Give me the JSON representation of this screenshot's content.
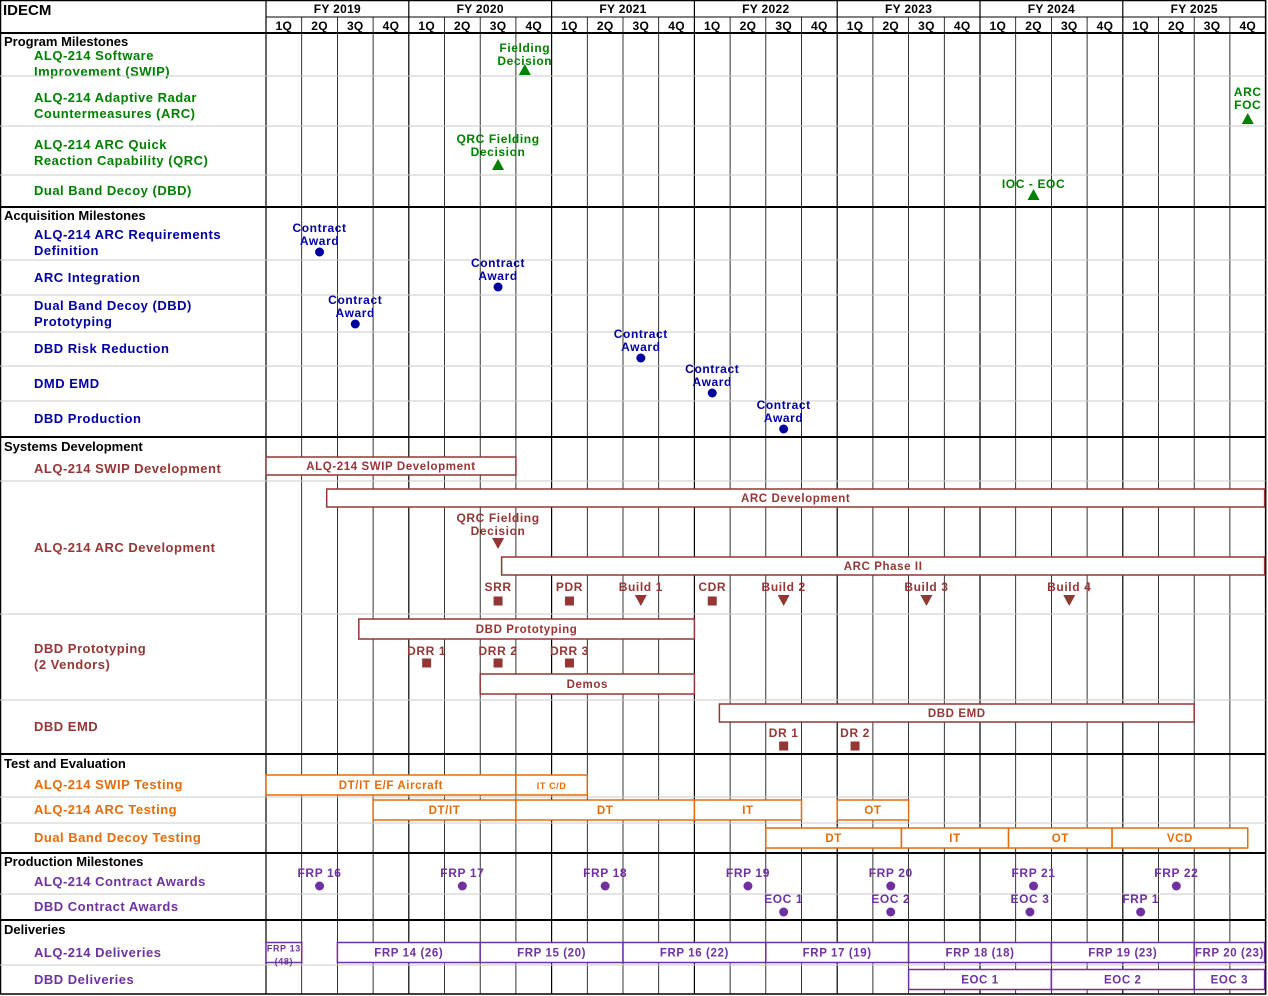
{
  "title": "IDECM",
  "fiscal_years": [
    "FY 2019",
    "FY 2020",
    "FY 2021",
    "FY 2022",
    "FY 2023",
    "FY 2024",
    "FY 2025"
  ],
  "quarters": [
    "1Q",
    "2Q",
    "3Q",
    "4Q"
  ],
  "colors": {
    "program": "#008000",
    "acquisition": "#0000A0",
    "systems": "#943634",
    "test": "#E46C0A",
    "production": "#7030A0",
    "grid": "#000000"
  },
  "chart_data": {
    "type": "gantt",
    "time_unit": "fiscal quarter (0 = FY2019 1Q start)",
    "categories": [
      {
        "name": "Program Milestones",
        "color_key": "program",
        "rows": [
          {
            "label": "ALQ-214 Software\nImprovement (SWIP)",
            "milestones": [
              {
                "q": 7.25,
                "shape": "triangle",
                "label": "Fielding\nDecision"
              }
            ]
          },
          {
            "label": "ALQ-214 Adaptive Radar\nCountermeasures (ARC)",
            "milestones": [
              {
                "q": 27.5,
                "shape": "triangle",
                "label": "ARC\nFOC"
              }
            ]
          },
          {
            "label": "ALQ-214 ARC Quick\nReaction Capability (QRC)",
            "milestones": [
              {
                "q": 6.5,
                "shape": "triangle",
                "label": "QRC Fielding\nDecision"
              }
            ]
          },
          {
            "label": "Dual Band Decoy (DBD)",
            "milestones": [
              {
                "q": 21.5,
                "shape": "triangle",
                "label": "IOC - EOC"
              }
            ]
          }
        ]
      },
      {
        "name": "Acquisition Milestones",
        "color_key": "acquisition",
        "rows": [
          {
            "label": "ALQ-214 ARC Requirements\nDefinition",
            "milestones": [
              {
                "q": 1.5,
                "shape": "circle",
                "label": "Contract\nAward"
              }
            ]
          },
          {
            "label": "ARC Integration",
            "milestones": [
              {
                "q": 6.5,
                "shape": "circle",
                "label": "Contract\nAward"
              }
            ]
          },
          {
            "label": "Dual Band Decoy (DBD)\nPrototyping",
            "milestones": [
              {
                "q": 2.5,
                "shape": "circle",
                "label": "Contract\nAward"
              }
            ]
          },
          {
            "label": "DBD Risk Reduction",
            "milestones": [
              {
                "q": 10.5,
                "shape": "circle",
                "label": "Contract\nAward"
              }
            ]
          },
          {
            "label": "DMD EMD",
            "milestones": [
              {
                "q": 12.5,
                "shape": "circle",
                "label": "Contract\nAward"
              }
            ]
          },
          {
            "label": "DBD Production",
            "milestones": [
              {
                "q": 14.5,
                "shape": "circle",
                "label": "Contract\nAward"
              }
            ]
          }
        ]
      },
      {
        "name": "Systems Development",
        "color_key": "systems",
        "rows": [
          {
            "label": "ALQ-214 SWIP Development",
            "bars": [
              {
                "start": 0,
                "end": 7,
                "label": "ALQ-214 SWIP Development"
              }
            ]
          },
          {
            "label": "ALQ-214 ARC Development",
            "bars": [
              {
                "start": 1.7,
                "end": 28,
                "label": "ARC Development"
              },
              {
                "start": 6.6,
                "end": 28,
                "label": "ARC Phase II"
              }
            ],
            "milestones": [
              {
                "q": 6.5,
                "shape": "down-triangle",
                "label": "QRC Fielding\nDecision"
              },
              {
                "q": 6.5,
                "shape": "square",
                "label": "SRR"
              },
              {
                "q": 8.5,
                "shape": "square",
                "label": "PDR"
              },
              {
                "q": 10.5,
                "shape": "down-triangle",
                "label": "Build 1"
              },
              {
                "q": 12.5,
                "shape": "square",
                "label": "CDR"
              },
              {
                "q": 14.5,
                "shape": "down-triangle",
                "label": "Build 2"
              },
              {
                "q": 18.5,
                "shape": "down-triangle",
                "label": "Build 3"
              },
              {
                "q": 22.5,
                "shape": "down-triangle",
                "label": "Build 4"
              }
            ]
          },
          {
            "label": "DBD Prototyping\n(2 Vendors)",
            "bars": [
              {
                "start": 2.6,
                "end": 12,
                "label": "DBD Prototyping"
              },
              {
                "start": 6,
                "end": 12,
                "label": "Demos"
              }
            ],
            "milestones": [
              {
                "q": 4.5,
                "shape": "square",
                "label": "DRR 1"
              },
              {
                "q": 6.5,
                "shape": "square",
                "label": "DRR 2"
              },
              {
                "q": 8.5,
                "shape": "square",
                "label": "DRR 3"
              }
            ]
          },
          {
            "label": "DBD EMD",
            "bars": [
              {
                "start": 12.7,
                "end": 26,
                "label": "DBD EMD"
              }
            ],
            "milestones": [
              {
                "q": 14.5,
                "shape": "square",
                "label": "DR 1"
              },
              {
                "q": 16.5,
                "shape": "square",
                "label": "DR 2"
              }
            ]
          }
        ]
      },
      {
        "name": "Test and Evaluation",
        "color_key": "test",
        "rows": [
          {
            "label": "ALQ-214 SWIP Testing",
            "bars": [
              {
                "start": 0,
                "end": 7,
                "label": "DT/IT E/F Aircraft"
              },
              {
                "start": 7,
                "end": 9,
                "label": "IT C/D"
              }
            ]
          },
          {
            "label": "ALQ-214 ARC Testing",
            "bars": [
              {
                "start": 3,
                "end": 7,
                "label": "DT/IT"
              },
              {
                "start": 7,
                "end": 12,
                "label": "DT"
              },
              {
                "start": 12,
                "end": 15,
                "label": "IT"
              },
              {
                "start": 16,
                "end": 18,
                "label": "OT"
              }
            ]
          },
          {
            "label": "Dual Band Decoy Testing",
            "bars": [
              {
                "start": 14,
                "end": 17.8,
                "label": "DT"
              },
              {
                "start": 17.8,
                "end": 20.8,
                "label": "IT"
              },
              {
                "start": 20.8,
                "end": 23.7,
                "label": "OT"
              },
              {
                "start": 23.7,
                "end": 27.5,
                "label": "VCD"
              }
            ]
          }
        ]
      },
      {
        "name": "Production Milestones",
        "color_key": "production",
        "rows": [
          {
            "label": "ALQ-214 Contract Awards",
            "milestones": [
              {
                "q": 1.5,
                "shape": "circle",
                "label": "FRP 16"
              },
              {
                "q": 5.5,
                "shape": "circle",
                "label": "FRP 17"
              },
              {
                "q": 9.5,
                "shape": "circle",
                "label": "FRP 18"
              },
              {
                "q": 13.5,
                "shape": "circle",
                "label": "FRP 19"
              },
              {
                "q": 17.5,
                "shape": "circle",
                "label": "FRP 20"
              },
              {
                "q": 21.5,
                "shape": "circle",
                "label": "FRP 21"
              },
              {
                "q": 25.5,
                "shape": "circle",
                "label": "FRP 22"
              }
            ]
          },
          {
            "label": "DBD Contract Awards",
            "milestones": [
              {
                "q": 14.5,
                "shape": "circle",
                "label": "EOC 1"
              },
              {
                "q": 17.5,
                "shape": "circle",
                "label": "EOC 2"
              },
              {
                "q": 21.4,
                "shape": "circle",
                "label": "EOC 3"
              },
              {
                "q": 24.5,
                "shape": "circle",
                "label": "FRP 1"
              }
            ]
          }
        ]
      },
      {
        "name": "Deliveries",
        "color_key": "production",
        "rows": [
          {
            "label": "ALQ-214 Deliveries",
            "bars": [
              {
                "start": 0,
                "end": 1,
                "label": "FRP 13\n(48)"
              },
              {
                "start": 2,
                "end": 6,
                "label": "FRP 14 (26)"
              },
              {
                "start": 6,
                "end": 10,
                "label": "FRP 15 (20)"
              },
              {
                "start": 10,
                "end": 14,
                "label": "FRP 16 (22)"
              },
              {
                "start": 14,
                "end": 18,
                "label": "FRP 17 (19)"
              },
              {
                "start": 18,
                "end": 22,
                "label": "FRP 18 (18)"
              },
              {
                "start": 22,
                "end": 26,
                "label": "FRP 19 (23)"
              },
              {
                "start": 26,
                "end": 28,
                "label": "FRP 20 (23)"
              }
            ]
          },
          {
            "label": "DBD Deliveries",
            "bars": [
              {
                "start": 18,
                "end": 22,
                "label": "EOC 1"
              },
              {
                "start": 22,
                "end": 26,
                "label": "EOC 2"
              },
              {
                "start": 26,
                "end": 28,
                "label": "EOC 3"
              }
            ]
          }
        ]
      }
    ]
  }
}
